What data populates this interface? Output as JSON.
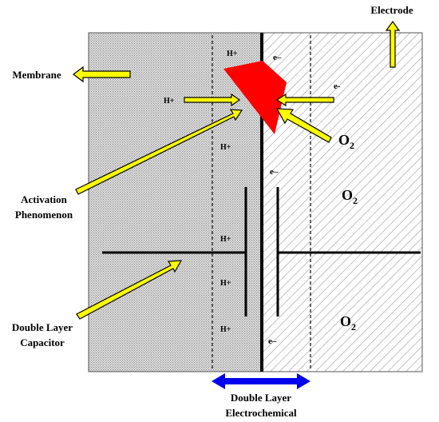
{
  "labels": {
    "electrode": "Electrode",
    "membrane": "Membrane",
    "activation_line1": "Activation",
    "activation_line2": "Phenomenon",
    "double_layer_cap_line1": "Double Layer",
    "double_layer_cap_line2": "Capacitor",
    "double_layer_elec_line1": "Double Layer",
    "double_layer_elec_line2": "Electrochemical"
  },
  "species": {
    "proton": "H+",
    "electron_long": "e–",
    "electron_short": "e-",
    "oxygen": "O",
    "oxygen_sub": "2"
  },
  "colors": {
    "pointer_arrows": "#ffff00",
    "activation_triangle": "#ff0000",
    "double_headed_arrow": "#0000ee",
    "membrane_fill": "#d9d9d9",
    "electrode_hatch": "#9a9a9a"
  }
}
